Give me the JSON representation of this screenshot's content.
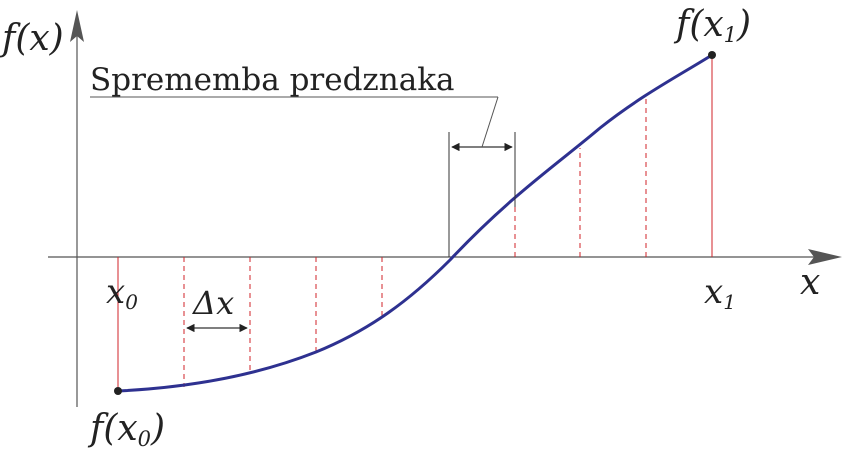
{
  "labels": {
    "y_axis": "f(x)",
    "x_axis": "x",
    "x0": "x",
    "x0_sub": "0",
    "x1": "x",
    "x1_sub": "1",
    "f_x0_pre": "f(x",
    "f_x0_sub": "0",
    "f_x0_post": ")",
    "f_x1_pre": "f(x",
    "f_x1_sub": "1",
    "f_x1_post": ")",
    "delta_x": "Δx",
    "sign_change": "Sprememba predznaka"
  },
  "colors": {
    "axis": "#555555",
    "curve": "#2e3190",
    "grid": "#d2232a",
    "marker": "#222222"
  }
}
